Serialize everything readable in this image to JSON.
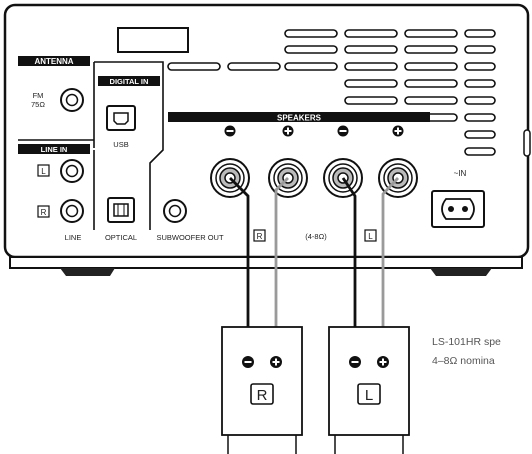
{
  "panel": {
    "antenna_header": "ANTENNA",
    "fm_label_1": "FM",
    "fm_label_2": "75Ω",
    "digital_in_header": "DIGITAL IN",
    "usb_label": "USB",
    "line_in_header": "LINE IN",
    "line_l_badge": "L",
    "line_r_badge": "R",
    "line_label": "LINE",
    "optical_label": "OPTICAL",
    "subwoofer_label": "SUBWOOFER OUT",
    "speakers_header": "SPEAKERS",
    "speaker_r_badge": "R",
    "impedance_label": "(4-8Ω)",
    "speaker_l_badge": "L",
    "ac_in_label": "~IN"
  },
  "speakers": {
    "right_badge": "R",
    "left_badge": "L"
  },
  "note": {
    "line1": "LS-101HR spe",
    "line2": "4–8Ω nomina"
  },
  "colors": {
    "negative_wire": "#111111",
    "positive_wire": "#9a9a9a",
    "header_fill": "#111111"
  }
}
